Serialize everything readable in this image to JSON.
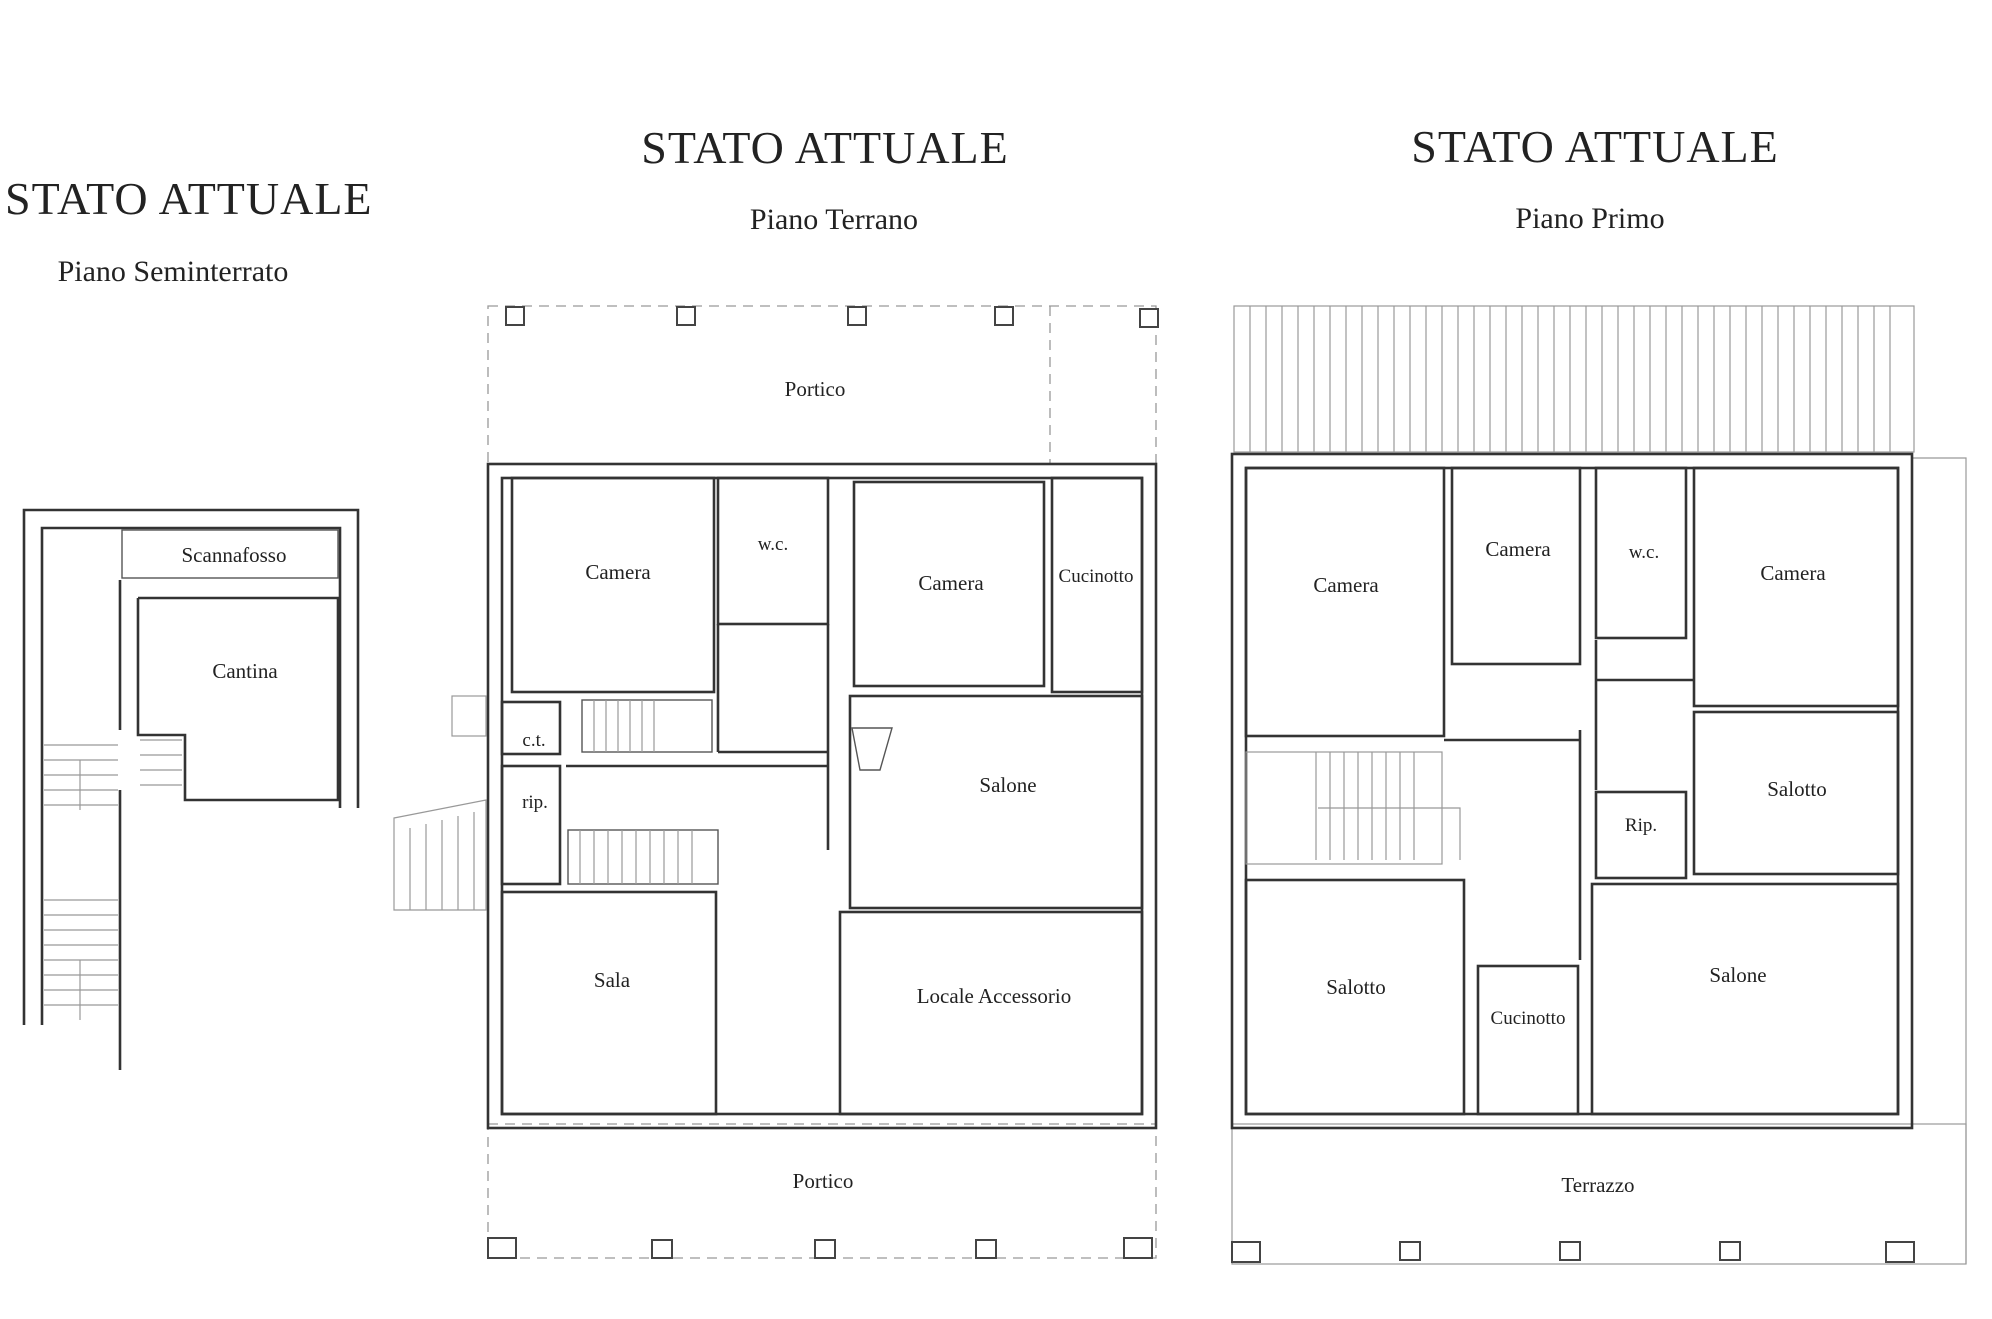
{
  "plans": {
    "seminterrato": {
      "title": "STATO ATTUALE",
      "subtitle": "Piano Seminterrato",
      "rooms": {
        "scannafosso": "Scannafosso",
        "cantina": "Cantina"
      }
    },
    "terrano": {
      "title": "STATO ATTUALE",
      "subtitle": "Piano Terrano",
      "rooms": {
        "portico_top": "Portico",
        "camera_left": "Camera",
        "wc": "w.c.",
        "camera_right": "Camera",
        "cucinotto": "Cucinotto",
        "ct": "c.t.",
        "rip": "rip.",
        "salone": "Salone",
        "sala": "Sala",
        "locale_accessorio": "Locale Accessorio",
        "portico_bottom": "Portico"
      }
    },
    "primo": {
      "title": "STATO ATTUALE",
      "subtitle": "Piano Primo",
      "rooms": {
        "camera_left": "Camera",
        "camera_mid": "Camera",
        "wc": "w.c.",
        "camera_right": "Camera",
        "salotto_right": "Salotto",
        "rip": "Rip.",
        "salotto_left": "Salotto",
        "cucinotto": "Cucinotto",
        "salone": "Salone",
        "terrazzo": "Terrazzo"
      }
    }
  }
}
